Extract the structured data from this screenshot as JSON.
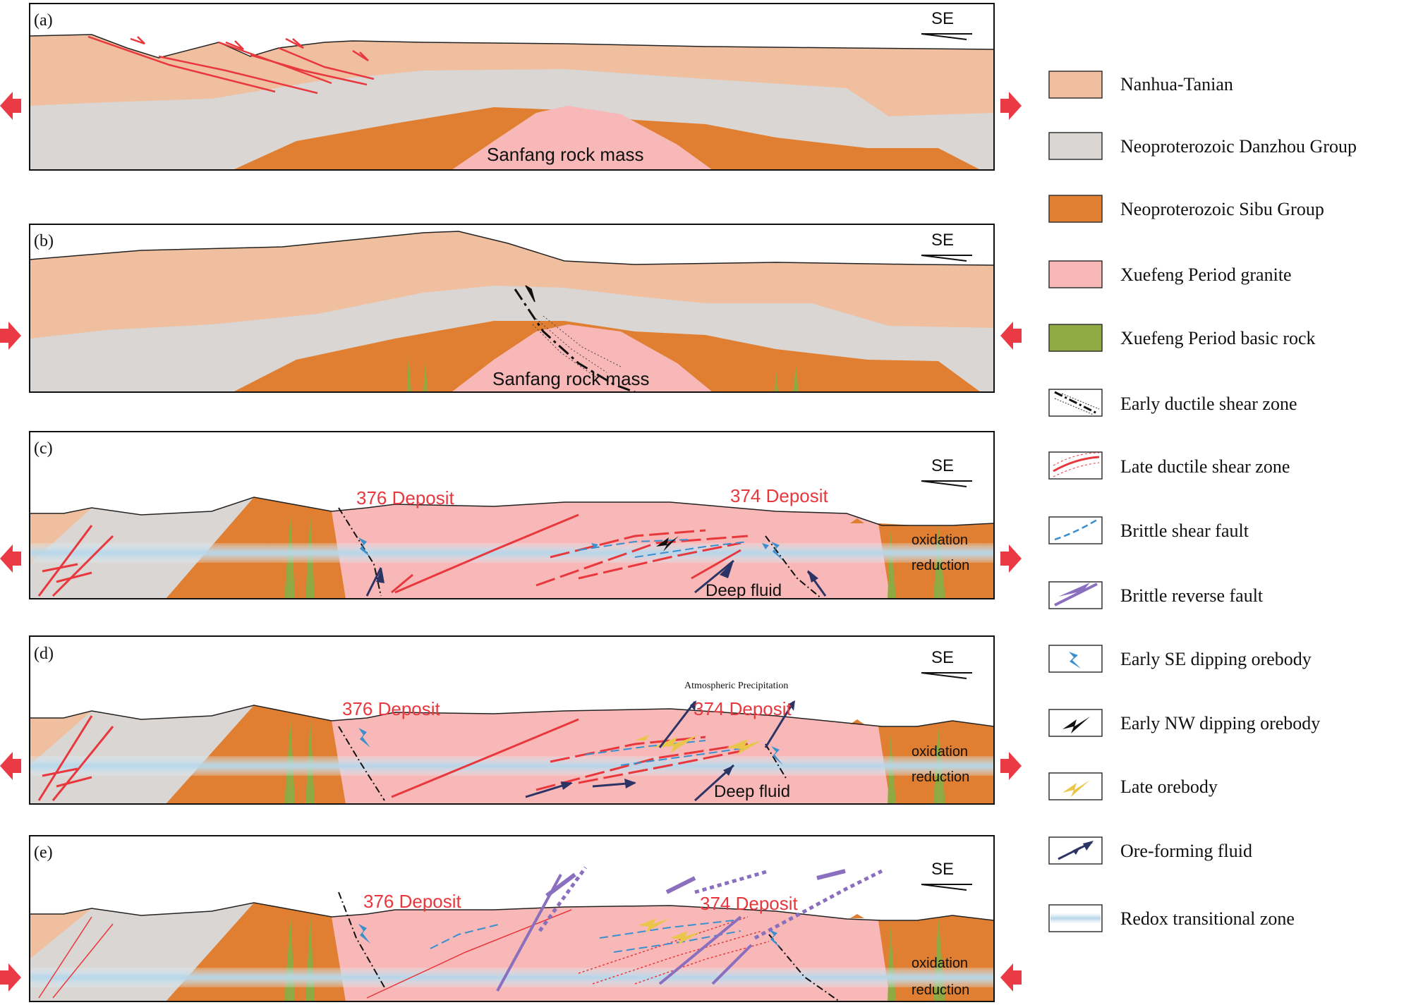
{
  "panels": [
    {
      "id": "a",
      "label": "(a)",
      "direction": "SE",
      "rock_mass": "Sanfang rock mass"
    },
    {
      "id": "b",
      "label": "(b)",
      "direction": "SE",
      "rock_mass": "Sanfang rock mass"
    },
    {
      "id": "c",
      "label": "(c)",
      "direction": "SE",
      "deposit_left": "376 Deposit",
      "deposit_right": "374 Deposit",
      "deep_fluid": "Deep fluid",
      "oxidation": "oxidation",
      "reduction": "reduction"
    },
    {
      "id": "d",
      "label": "(d)",
      "direction": "SE",
      "deposit_left": "376 Deposit",
      "deposit_right": "374 Deposit",
      "deep_fluid": "Deep fluid",
      "oxidation": "oxidation",
      "reduction": "reduction",
      "precipitation": "Atmospheric Precipitation"
    },
    {
      "id": "e",
      "label": "(e)",
      "direction": "SE",
      "deposit_left": "376 Deposit",
      "deposit_right": "374 Deposit",
      "oxidation": "oxidation",
      "reduction": "reduction"
    }
  ],
  "legend": [
    {
      "label": "Nanhua-Tanian",
      "symbol": "fill",
      "color": "#f0bf9f"
    },
    {
      "label": "Neoproterozoic Danzhou Group",
      "symbol": "fill",
      "color": "#dad6d3"
    },
    {
      "label": "Neoproterozoic Sibu Group",
      "symbol": "fill",
      "color": "#e07f32"
    },
    {
      "label": "Xuefeng Period granite",
      "symbol": "fill",
      "color": "#f8b8b7"
    },
    {
      "label": "Xuefeng Period basic rock",
      "symbol": "fill",
      "color": "#8fa943"
    },
    {
      "label": "Early ductile shear zone",
      "symbol": "early-shear"
    },
    {
      "label": "Late ductile shear zone",
      "symbol": "late-shear"
    },
    {
      "label": "Brittle shear fault",
      "symbol": "brittle-shear"
    },
    {
      "label": "Brittle reverse fault",
      "symbol": "brittle-reverse"
    },
    {
      "label": "Early SE dipping orebody",
      "symbol": "ore-se"
    },
    {
      "label": "Early NW dipping orebody",
      "symbol": "ore-nw"
    },
    {
      "label": "Late orebody",
      "symbol": "ore-late"
    },
    {
      "label": "Ore-forming fluid",
      "symbol": "ore-fluid"
    },
    {
      "label": "Redox transitional zone",
      "symbol": "redox"
    }
  ],
  "colors": {
    "nanhua": "#f0bf9f",
    "danzhou": "#dad6d3",
    "sibu": "#e07f32",
    "granite": "#f8b8b7",
    "basic": "#8fa943",
    "fault_red": "#e8383d",
    "brittle_blue": "#3a8fcf",
    "reverse_purple": "#8a6fbf",
    "fluid_navy": "#2c3466",
    "label_red": "#e8383d",
    "arrow_red": "#ea3a45"
  }
}
